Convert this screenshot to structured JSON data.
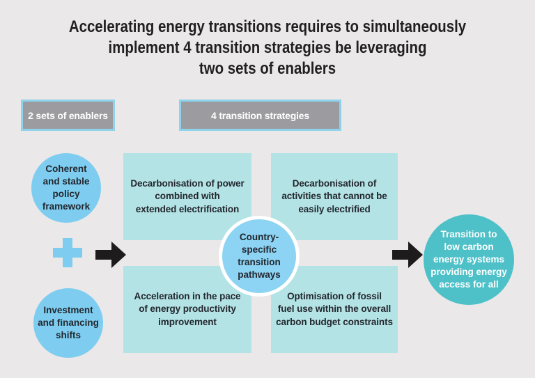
{
  "title": {
    "lines": [
      "Accelerating energy transitions requires to simultaneously",
      "implement 4 transition strategies be leveraging",
      "two sets of enablers"
    ]
  },
  "labels": {
    "enablers": "2 sets of enablers",
    "strategies": "4 transition strategies"
  },
  "enablers": [
    {
      "text": "Coherent and stable policy framework",
      "lines": [
        "Coherent",
        "and stable",
        "policy",
        "framework"
      ]
    },
    {
      "text": "Investment and financing shifts",
      "lines": [
        "Investment",
        "and financing",
        "shifts"
      ]
    }
  ],
  "strategies": [
    {
      "text": "Decarbonisation of power combined with extended electrification",
      "lines": [
        "Decarbonisation of power",
        "combined with",
        "extended electrification"
      ]
    },
    {
      "text": "Decarbonisation of activities that cannot be easily electrified",
      "lines": [
        "Decarbonisation of",
        "activities that cannot be",
        "easily electrified"
      ]
    },
    {
      "text": "Acceleration in the pace of energy productivity improvement",
      "lines": [
        "Acceleration in the pace",
        "of energy productivity",
        "improvement"
      ]
    },
    {
      "text": "Optimisation of fossil fuel use within the overall carbon budget constraints",
      "lines": [
        "Optimisation of fossil",
        "fuel use within the overall",
        "carbon budget constraints"
      ]
    }
  ],
  "center_circle": {
    "text": "Country-specific transition pathways",
    "lines": [
      "Country-",
      "specific",
      "transition",
      "pathways"
    ]
  },
  "outcome_circle": {
    "text": "Transition to low carbon energy systems providing energy access for all",
    "lines": [
      "Transition to",
      "low carbon",
      "energy systems",
      "providing energy",
      "access for all"
    ]
  },
  "colors": {
    "bg": "#eae8e8",
    "title-ink": "#231f20",
    "dark-ink": "#22272e",
    "white-ink": "#ffffff",
    "sky": "#7ecdf0",
    "sky-light": "#8dd3f4",
    "teal-box": "#b4e3e5",
    "outcome": "#4dc0c8",
    "tag-gray": "#9c9ca0",
    "tag-border": "#8ed2ec",
    "arrow": "#1e1b1c"
  }
}
